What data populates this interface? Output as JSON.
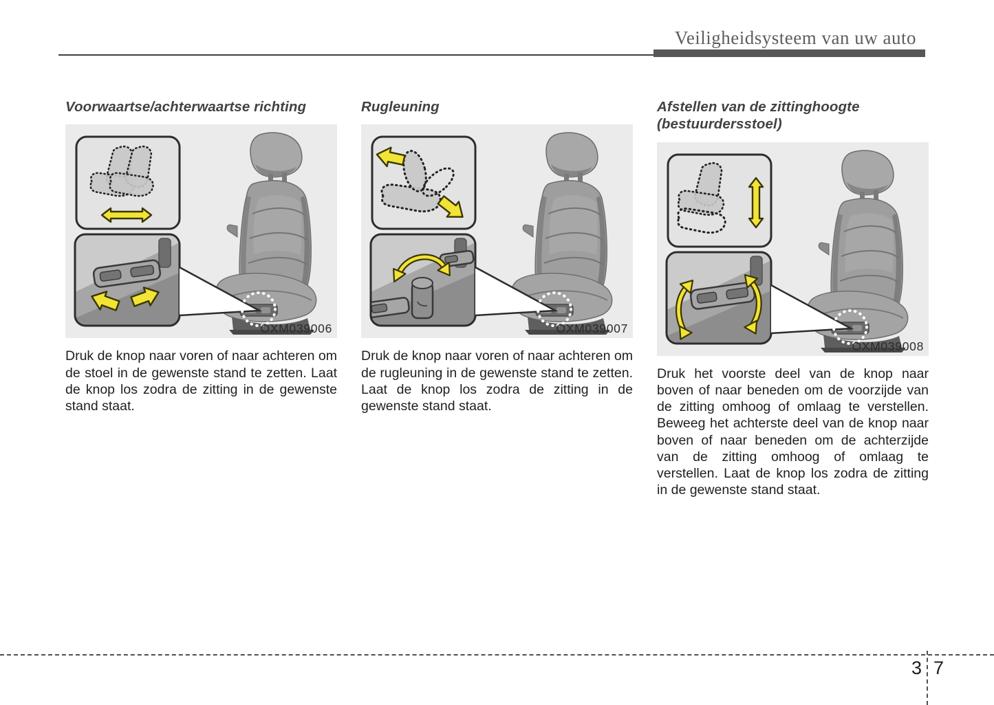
{
  "header": {
    "title": "Veiligheidsysteem van uw auto"
  },
  "columns": [
    {
      "heading": "Voorwaartse/achterwaartse richting",
      "figure_name": "seat-forward-backward-illustration",
      "figure_caption": "OXM039006",
      "body": "Druk de knop naar voren of naar achteren om de stoel in de gewenste stand te zetten. Laat de knop los zodra de zitting in de gewenste stand staat."
    },
    {
      "heading": "Rugleuning",
      "figure_name": "seat-backrest-recline-illustration",
      "figure_caption": "OXM039007",
      "body": "Druk de knop naar voren of naar achteren om de rugleuning in de gewenste stand te zetten. Laat de knop los zodra de zitting in de gewenste stand staat."
    },
    {
      "heading": "Afstellen van de zittinghoogte (bestuurdersstoel)",
      "figure_name": "seat-height-adjust-illustration",
      "figure_caption": "OXM039008",
      "body": "Druk het voorste deel van de knop naar boven of naar beneden om de voorzijde van de zitting omhoog of omlaag te verstellen. Beweeg het achterste deel van de knop naar boven of naar beneden om de achterzijde van de zitting omhoog of omlaag te verstellen. Laat de knop los zodra de zitting in de gewenste stand staat."
    }
  ],
  "footer": {
    "chapter": "3",
    "page": "7"
  },
  "colors": {
    "accent_yellow": "#f2e337",
    "figure_bg": "#ebebeb",
    "title_gray": "#5d5d5d",
    "header_bar": "#575757",
    "body_text": "#1f1f1f"
  }
}
